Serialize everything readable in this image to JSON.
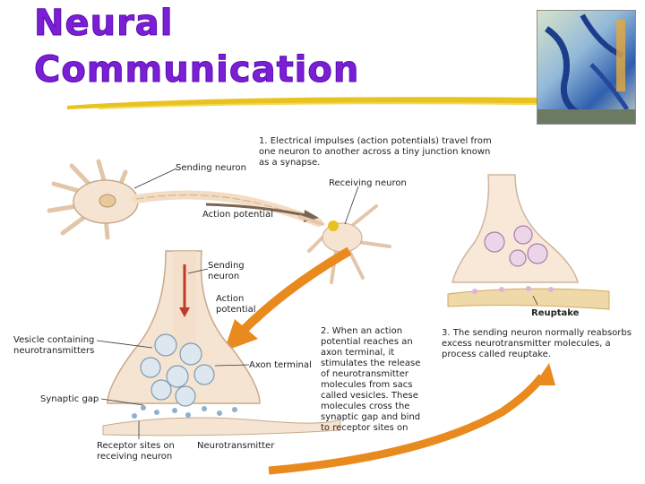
{
  "title": {
    "line1": "Neural",
    "line2": "Communication"
  },
  "colors": {
    "title": "#7b1fd6",
    "swoosh": "#e8c21f",
    "arrow": "#e98a1e",
    "neuron": "#f6e4d2",
    "neuron_edge": "#c9a98c"
  },
  "book_cover": {
    "icon": "textbook-cover-image"
  },
  "labels": {
    "step1": "1. Electrical impulses (action potentials) travel from one neuron to another across a tiny junction known as a synapse.",
    "sending_neuron_top": "Sending neuron",
    "receiving_neuron": "Receiving neuron",
    "action_potential_top": "Action potential",
    "sending_neuron_mid": "Sending neuron",
    "action_potential_mid": "Action potential",
    "vesicle": "Vesicle containing neurotransmitters",
    "axon_terminal": "Axon terminal",
    "synaptic_gap": "Synaptic gap",
    "receptor_sites": "Receptor sites on receiving neuron",
    "neurotransmitter": "Neurotransmitter",
    "step2": "2. When an action potential reaches an axon terminal, it stimulates the release of neurotransmitter molecules from sacs called vesicles. These molecules cross the synaptic gap and bind to receptor sites on",
    "step3": "3. The sending neuron normally reabsorbs excess neurotransmitter molecules, a process called reuptake.",
    "reuptake": "Reuptake"
  }
}
